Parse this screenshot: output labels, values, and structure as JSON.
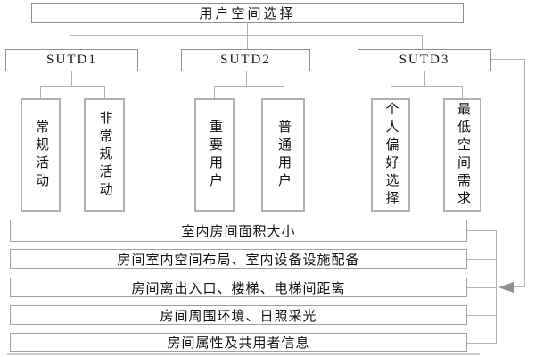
{
  "diagram": {
    "root": {
      "label": "用户空间选择"
    },
    "groups": [
      {
        "label": "SUTD1",
        "children": [
          {
            "label": "常规活动"
          },
          {
            "label": "非常规活动"
          }
        ]
      },
      {
        "label": "SUTD2",
        "children": [
          {
            "label": "重要用户"
          },
          {
            "label": "普通用户"
          }
        ]
      },
      {
        "label": "SUTD3",
        "children": [
          {
            "label": "个人偏好选择"
          },
          {
            "label": "最低空间需求"
          }
        ]
      }
    ],
    "criteria": [
      "室内房间面积大小",
      "房间室内空间布局、室内设备设施配备",
      "房间离出入口、楼梯、电梯间距离",
      "房间周围环境、日照采光",
      "房间属性及共用者信息"
    ],
    "colors": {
      "line": "#b2b2b2",
      "box_border": "#8f8f8f",
      "child_border": "#b0b0b0",
      "arrow": "#8f8f8f",
      "text": "#111111",
      "background": "#ffffff"
    }
  }
}
